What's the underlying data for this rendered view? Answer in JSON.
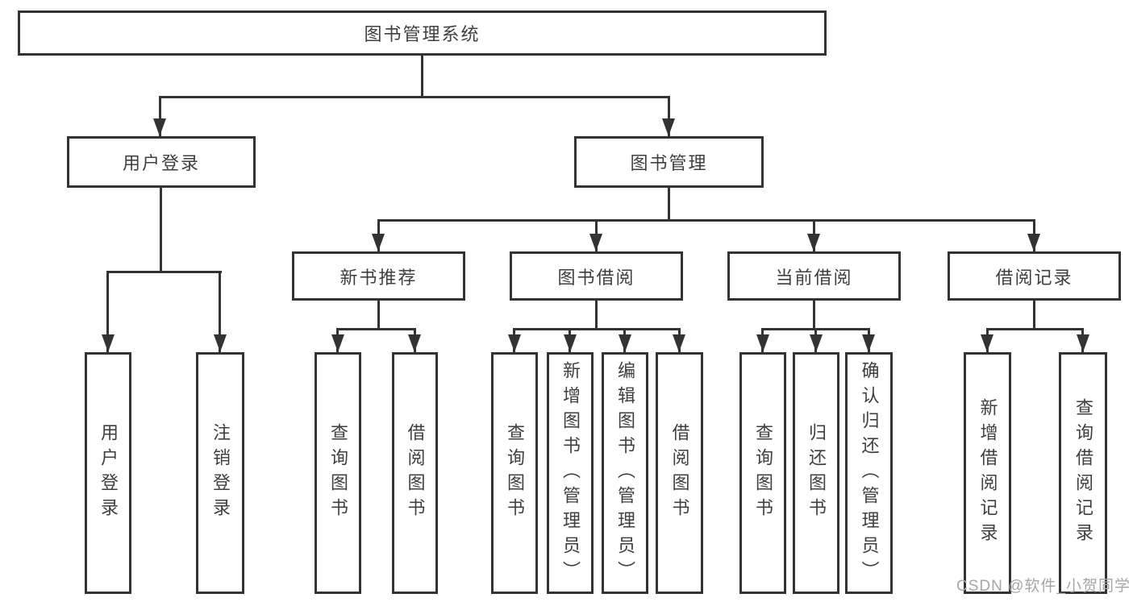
{
  "tree": {
    "label": "图书管理系统",
    "children": [
      {
        "label": "用户登录",
        "children": [
          {
            "label": "用户登录"
          },
          {
            "label": "注销登录"
          }
        ]
      },
      {
        "label": "图书管理",
        "children": [
          {
            "label": "新书推荐",
            "children": [
              {
                "label": "查询图书"
              },
              {
                "label": "借阅图书"
              }
            ]
          },
          {
            "label": "图书借阅",
            "children": [
              {
                "label": "查询图书"
              },
              {
                "label": "新增图书（管理员）"
              },
              {
                "label": "编辑图书（管理员）"
              },
              {
                "label": "借阅图书"
              }
            ]
          },
          {
            "label": "当前借阅",
            "children": [
              {
                "label": "查询图书"
              },
              {
                "label": "归还图书"
              },
              {
                "label": "确认归还（管理员）"
              }
            ]
          },
          {
            "label": "借阅记录",
            "children": [
              {
                "label": "新增借阅记录"
              },
              {
                "label": "查询借阅记录"
              }
            ]
          }
        ]
      }
    ]
  },
  "watermark": "CSDN @软件_小贺同学",
  "colors": {
    "line": "#333333",
    "text": "#3f3f3f",
    "watermark": "#a6a6a6",
    "background": "#ffffff"
  }
}
